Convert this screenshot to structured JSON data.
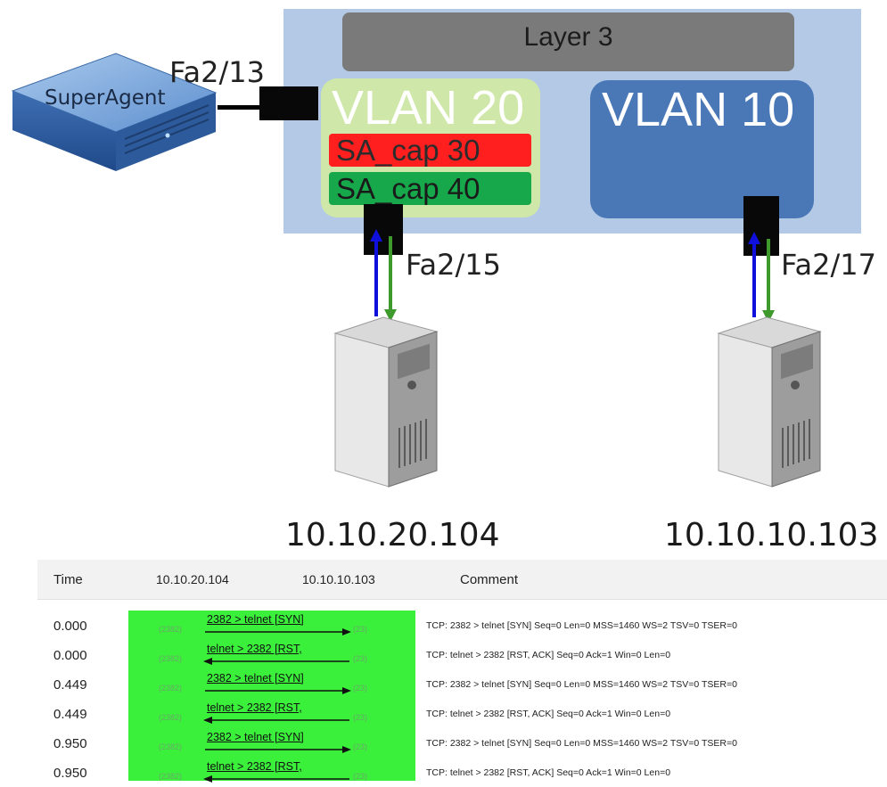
{
  "diagram": {
    "layer3_label": "Layer 3",
    "vlan20_label": "VLAN 20",
    "vlan10_label": "VLAN 10",
    "sa_cap_30": "SA_cap 30",
    "sa_cap_40": "SA_cap 40",
    "agent_label": "SuperAgent",
    "ports": {
      "fa13": "Fa2/13",
      "fa15": "Fa2/15",
      "fa17": "Fa2/17"
    },
    "hosts": {
      "left_ip": "10.10.20.104",
      "right_ip": "10.10.10.103"
    },
    "colors": {
      "layer3_panel": "#b3c9e6",
      "layer3_bar": "#7a7a7a",
      "vlan20": "#cfe7a8",
      "vlan10": "#4a78b7",
      "sa_cap_30": "#ff1f1f",
      "sa_cap_40": "#16a84a",
      "arrow_up": "#1010dd",
      "arrow_down": "#3f9a2e"
    }
  },
  "capture": {
    "headers": {
      "time": "Time",
      "host_a": "10.10.20.104",
      "host_b": "10.10.10.103",
      "comment": "Comment"
    },
    "port_a": "(2382)",
    "port_b": "(23)",
    "rows": [
      {
        "time": "0.000",
        "flow": "2382 > telnet [SYN]",
        "direction": "right",
        "comment": "TCP: 2382 > telnet [SYN] Seq=0 Len=0 MSS=1460 WS=2 TSV=0 TSER=0"
      },
      {
        "time": "0.000",
        "flow": "telnet > 2382 [RST,",
        "direction": "left",
        "comment": "TCP: telnet > 2382 [RST, ACK] Seq=0 Ack=1 Win=0 Len=0"
      },
      {
        "time": "0.449",
        "flow": "2382 > telnet [SYN]",
        "direction": "right",
        "comment": "TCP: 2382 > telnet [SYN] Seq=0 Len=0 MSS=1460 WS=2 TSV=0 TSER=0"
      },
      {
        "time": "0.449",
        "flow": "telnet > 2382 [RST,",
        "direction": "left",
        "comment": "TCP: telnet > 2382 [RST, ACK] Seq=0 Ack=1 Win=0 Len=0"
      },
      {
        "time": "0.950",
        "flow": "2382 > telnet [SYN]",
        "direction": "right",
        "comment": "TCP: 2382 > telnet [SYN] Seq=0 Len=0 MSS=1460 WS=2 TSV=0 TSER=0"
      },
      {
        "time": "0.950",
        "flow": "telnet > 2382 [RST,",
        "direction": "left",
        "comment": "TCP: telnet > 2382 [RST, ACK] Seq=0 Ack=1 Win=0 Len=0"
      }
    ]
  }
}
